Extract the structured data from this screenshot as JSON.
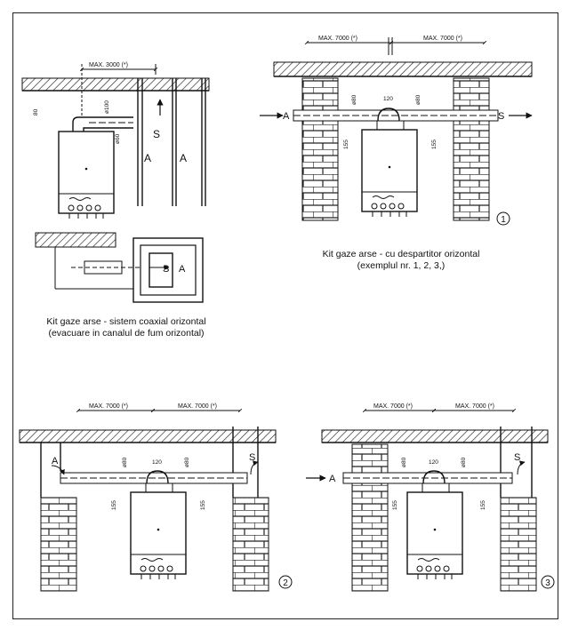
{
  "diagram": {
    "coaxial": {
      "dimension": "MAX. 3000 (*)",
      "dim_80": "80",
      "dim_100": "ø100",
      "dim_60": "ø60",
      "label_s": "S",
      "label_a": "A",
      "caption_line1": "Kit gaze arse - sistem coaxial orizontal",
      "caption_line2": "(evacuare in canalul de fum orizontal)"
    },
    "splitter_1": {
      "dim_left": "MAX. 7000 (*)",
      "dim_right": "MAX. 7000 (*)",
      "dim_phi80_a": "ø80",
      "dim_phi80_b": "ø80",
      "dim_120": "120",
      "dim_155_a": "155",
      "dim_155_b": "155",
      "label_a": "A",
      "label_s": "S",
      "number": "1",
      "caption_line1": "Kit gaze arse - cu despartitor orizontal",
      "caption_line2": "(exemplul nr. 1, 2, 3,)"
    },
    "example_2": {
      "dim_left": "MAX. 7000 (*)",
      "dim_right": "MAX. 7000 (*)",
      "dim_phi80_a": "ø80",
      "dim_phi80_b": "ø80",
      "dim_120": "120",
      "dim_155_a": "155",
      "dim_155_b": "155",
      "label_a": "A",
      "label_s": "S",
      "number": "2"
    },
    "example_3": {
      "dim_left": "MAX. 7000 (*)",
      "dim_right": "MAX. 7000 (*)",
      "dim_phi80_a": "ø80",
      "dim_phi80_b": "ø80",
      "dim_120": "120",
      "dim_155_a": "155",
      "dim_155_b": "155",
      "label_a": "A",
      "label_s": "S",
      "number": "3"
    }
  }
}
